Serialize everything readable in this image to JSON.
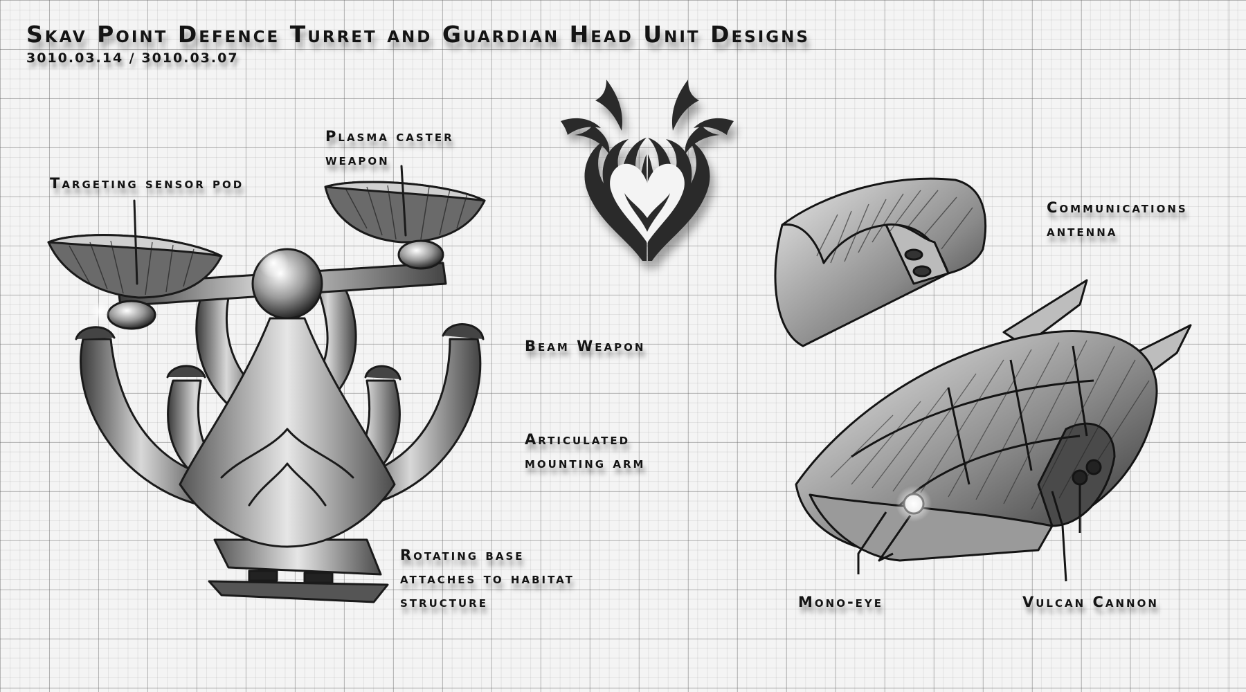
{
  "title": "Skav Point Defence Turret and Guardian Head Unit Designs",
  "dates": "3010.03.14 / 3010.03.07",
  "labels": {
    "targeting_sensor_pod": "Targeting sensor pod",
    "plasma_caster_line1": "Plasma caster",
    "plasma_caster_line2": "weapon",
    "beam_weapon": "Beam Weapon",
    "articulated_line1": "Articulated",
    "articulated_line2": "mounting arm",
    "rotating_base_line1": "Rotating base",
    "rotating_base_line2": "attaches to habitat",
    "rotating_base_line3": "structure",
    "communications_line1": "Communications",
    "communications_line2": "antenna",
    "mono_eye": "Mono-eye",
    "vulcan_cannon": "Vulcan Cannon"
  },
  "icons": {
    "emblem": "tribal-heart-emblem",
    "turret": "point-defence-turret-sketch",
    "head_unit_top": "guardian-head-upper-shell-sketch",
    "head_unit": "guardian-head-unit-sketch"
  },
  "colors": {
    "ink": "#141414",
    "paper": "#f4f4f4",
    "grid": "#8a8a8a"
  }
}
